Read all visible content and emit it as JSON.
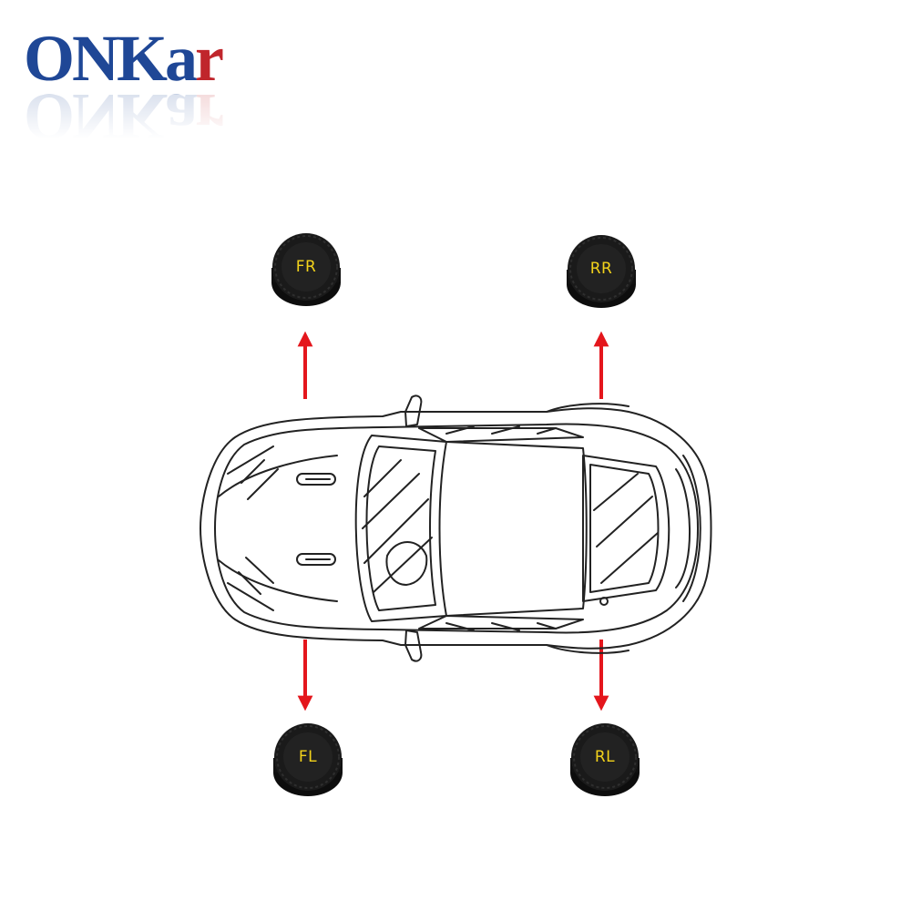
{
  "brand": {
    "name": "ONKAr",
    "segments": [
      "ONKa",
      "r"
    ],
    "primary_color": "#1f4796",
    "accent_color": "#c0262c"
  },
  "sensors": [
    {
      "id": "fr",
      "label": "FR",
      "position": "front-right",
      "arrow": "up"
    },
    {
      "id": "rr",
      "label": "RR",
      "position": "rear-right",
      "arrow": "up"
    },
    {
      "id": "fl",
      "label": "FL",
      "position": "front-left",
      "arrow": "down"
    },
    {
      "id": "rl",
      "label": "RL",
      "position": "rear-left",
      "arrow": "down"
    }
  ],
  "colors": {
    "arrow": "#e4161c",
    "sensor_body": "#141414",
    "sensor_label": "#f2d21b",
    "car_outline": "#222222"
  },
  "illustration": {
    "subject": "car-top-view-icon"
  }
}
